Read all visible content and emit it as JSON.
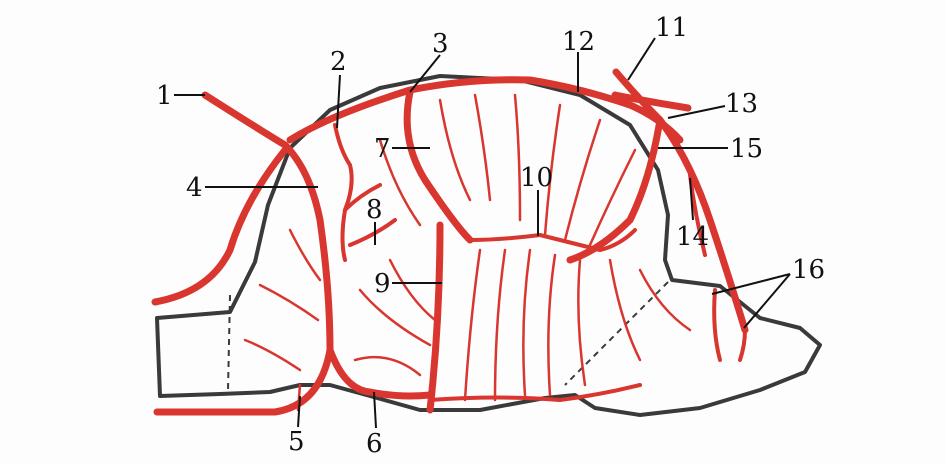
{
  "labels": [
    "1",
    "2",
    "3",
    "4",
    "5",
    "6",
    "7",
    "8",
    "9",
    "10",
    "11",
    "12",
    "13",
    "14",
    "15",
    "16"
  ],
  "colors": {
    "vessel": "#d8362f",
    "outline": "#3a3a3a",
    "background": "#fdfdfd",
    "text": "#111111"
  }
}
